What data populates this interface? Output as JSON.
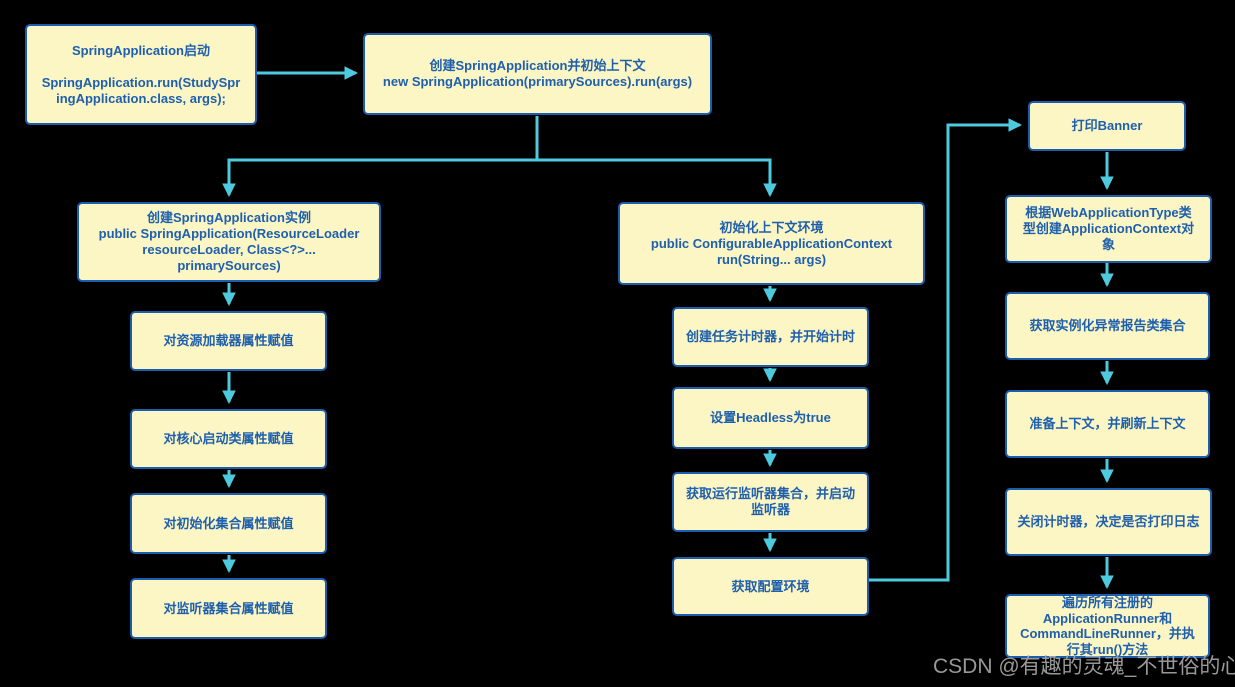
{
  "diagram": {
    "nodes": [
      {
        "id": "start",
        "label": "SpringApplication启动\n\nSpringApplication.run(StudySpr\ningApplication.class, args);"
      },
      {
        "id": "create-and-run",
        "label": "创建SpringApplication并初始上下文\nnew SpringApplication(primarySources).run(args)"
      },
      {
        "id": "create-instance",
        "label": "创建SpringApplication实例\npublic SpringApplication(ResourceLoader\nresourceLoader, Class<?>...\nprimarySources)"
      },
      {
        "id": "assign-resource-loader",
        "label": "对资源加载器属性赋值"
      },
      {
        "id": "assign-core-class",
        "label": "对核心启动类属性赋值"
      },
      {
        "id": "assign-initializers",
        "label": "对初始化集合属性赋值"
      },
      {
        "id": "assign-listeners",
        "label": "对监听器集合属性赋值"
      },
      {
        "id": "init-context",
        "label": "初始化上下文环境\npublic ConfigurableApplicationContext\nrun(String... args)"
      },
      {
        "id": "create-timer",
        "label": "创建任务计时器，并开始计时"
      },
      {
        "id": "set-headless",
        "label": "设置Headless为true"
      },
      {
        "id": "get-run-listeners",
        "label": "获取运行监听器集合，并启动\n监听器"
      },
      {
        "id": "get-environment",
        "label": "获取配置环境"
      },
      {
        "id": "print-banner",
        "label": "打印Banner"
      },
      {
        "id": "create-app-context",
        "label": "根据WebApplicationType类\n型创建ApplicationContext对\n象"
      },
      {
        "id": "get-exception-reporters",
        "label": "获取实例化异常报告类集合"
      },
      {
        "id": "prepare-refresh-context",
        "label": "准备上下文，并刷新上下文"
      },
      {
        "id": "close-timer",
        "label": "关闭计时器，决定是否打印日志"
      },
      {
        "id": "run-runners",
        "label": "遍历所有注册的\nApplicationRunner和\nCommandLineRunner，并执\n行其run()方法"
      }
    ]
  },
  "watermark": {
    "text": "CSDN @有趣的灵魂_不世俗的心"
  },
  "colors": {
    "background": "#000000",
    "node_fill": "#FCF6C4",
    "node_border": "#1B5EAD",
    "node_text": "#1E5FAE",
    "connector": "#4ECADF",
    "watermark_text": "#A5A5A5"
  }
}
